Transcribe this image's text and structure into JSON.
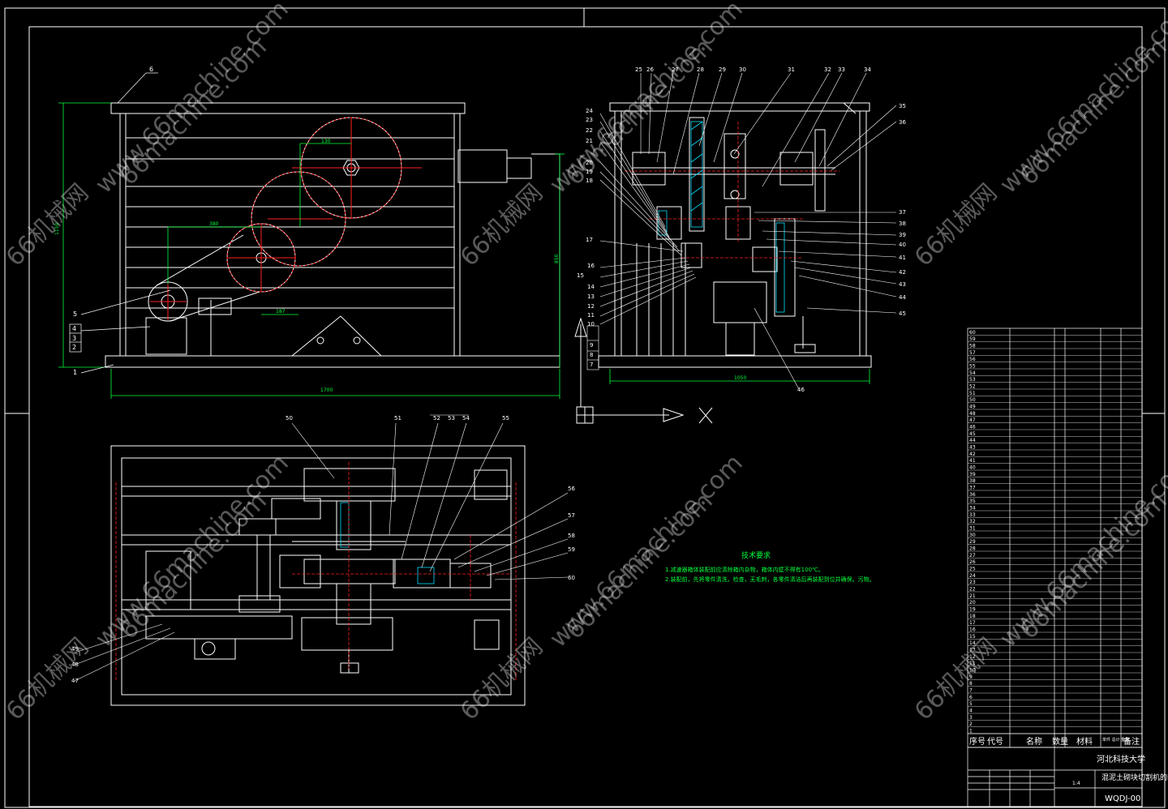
{
  "watermarks": {
    "site": "66machine.com",
    "site_www": "www.66machine.com",
    "brand": "66机械网"
  },
  "tech_requirements": {
    "title": "技术要求",
    "lines": [
      "1.减速器箱体装配前应清除箱内杂物，箱体内壁不得有100℃。",
      "2.装配前，先将零件清洗，检查，无毛刺，各零件清洁后再装配到位并确保。污物。"
    ]
  },
  "title_block": {
    "school": "河北科技大学",
    "drawing_name": "混泥土砌块切割机的装配图",
    "drawing_no": "WQDJ-00",
    "scale": "1:4"
  },
  "bom_header": {
    "seq": "序号",
    "code": "代号",
    "name": "名称",
    "qty": "数量",
    "material": "材料",
    "weight": "单件 总计 重量",
    "remark": "备注"
  },
  "balloons_front": [
    "6",
    "5",
    "4",
    "3",
    "2",
    "1"
  ],
  "balloons_side_top": [
    "25",
    "26",
    "27",
    "28",
    "29",
    "30",
    "31",
    "32",
    "33",
    "34"
  ],
  "balloons_side_left": [
    "24",
    "23",
    "22",
    "21",
    "20",
    "19",
    "18",
    "17",
    "16",
    "15",
    "14",
    "13",
    "12",
    "11",
    "10",
    "9",
    "8",
    "7"
  ],
  "balloons_side_right": [
    "35",
    "36",
    "37",
    "38",
    "39",
    "40",
    "41",
    "42",
    "43",
    "44",
    "45",
    "46"
  ],
  "balloons_plan_top": [
    "50",
    "51",
    "52",
    "53",
    "54",
    "55"
  ],
  "balloons_plan_right": [
    "56",
    "57",
    "58",
    "59",
    "60"
  ],
  "balloons_plan_left": [
    "49",
    "48",
    "47"
  ],
  "dims_front": {
    "width": "1700",
    "height_left": "1150",
    "height_right": "850",
    "d1": "130",
    "d2": "380",
    "d3": "187"
  },
  "dims_side": {
    "width": "1050"
  },
  "bom_rows_sample": [
    "60",
    "59",
    "58",
    "57",
    "56",
    "55",
    "54",
    "53",
    "52",
    "51",
    "50",
    "49",
    "48",
    "47",
    "46",
    "45",
    "44",
    "43",
    "42",
    "41",
    "40",
    "39",
    "38",
    "37",
    "36",
    "35",
    "34",
    "33",
    "32",
    "31",
    "30",
    "29",
    "28",
    "27",
    "26",
    "25",
    "24",
    "23",
    "22",
    "21",
    "20",
    "19",
    "18",
    "17",
    "16",
    "15",
    "14",
    "13",
    "12",
    "11",
    "10",
    "9",
    "8",
    "7",
    "6",
    "5",
    "4",
    "3",
    "2",
    "1"
  ],
  "colors": {
    "line": "#ffffff",
    "accent_red": "#ff2020",
    "dim_green": "#00ff3c",
    "hatch_cyan": "#00e0ff"
  }
}
